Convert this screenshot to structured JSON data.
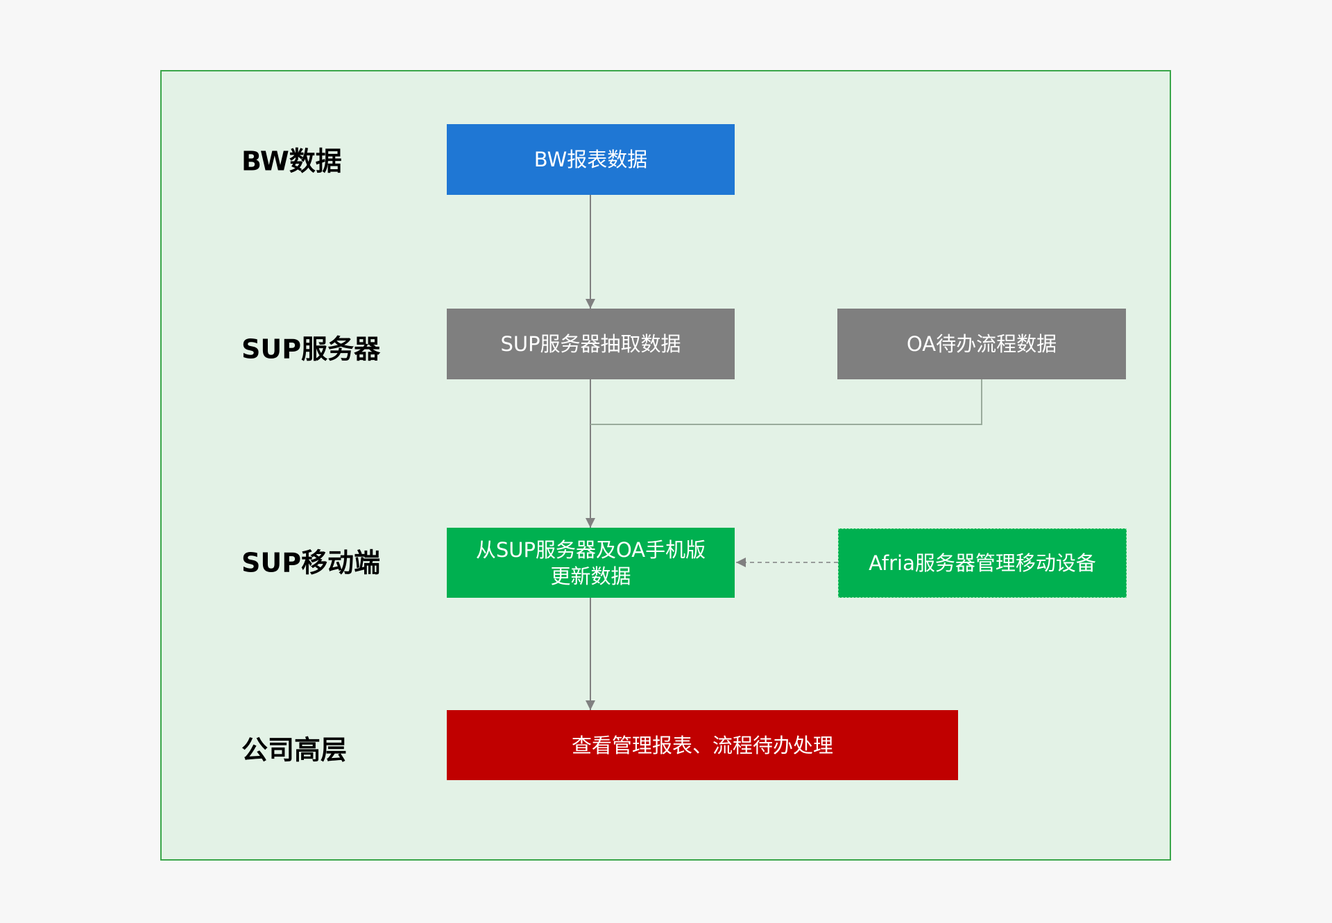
{
  "diagram": {
    "lanes": [
      {
        "id": "bw",
        "label": "BW数据"
      },
      {
        "id": "sup-server",
        "label": "SUP服务器"
      },
      {
        "id": "sup-mobile",
        "label": "SUP移动端"
      },
      {
        "id": "executives",
        "label": "公司高层"
      }
    ],
    "nodes": {
      "bw_report": {
        "label": "BW报表数据",
        "color": "#1f77d4"
      },
      "sup_extract": {
        "label": "SUP服务器抽取数据",
        "color": "#7f7f7f"
      },
      "oa_pending": {
        "label": "OA待办流程数据",
        "color": "#7f7f7f"
      },
      "mobile_update": {
        "label_line1": "从SUP服务器及OA手机版",
        "label_line2": "更新数据",
        "color": "#00b050"
      },
      "afria": {
        "label": "Afria服务器管理移动设备",
        "color": "#00b050"
      },
      "view_reports": {
        "label": "查看管理报表、流程待办处理",
        "color": "#c00000"
      }
    },
    "edges": [
      {
        "from": "bw_report",
        "to": "sup_extract",
        "style": "solid"
      },
      {
        "from": "sup_extract",
        "to": "mobile_update",
        "style": "solid"
      },
      {
        "from": "oa_pending",
        "to": "mobile_update",
        "style": "solid-merge"
      },
      {
        "from": "afria",
        "to": "mobile_update",
        "style": "dashed"
      },
      {
        "from": "mobile_update",
        "to": "view_reports",
        "style": "solid"
      }
    ],
    "colors": {
      "frame_border": "#3aa64a",
      "frame_fill": "#e3f2e6",
      "connector": "#808080"
    }
  }
}
